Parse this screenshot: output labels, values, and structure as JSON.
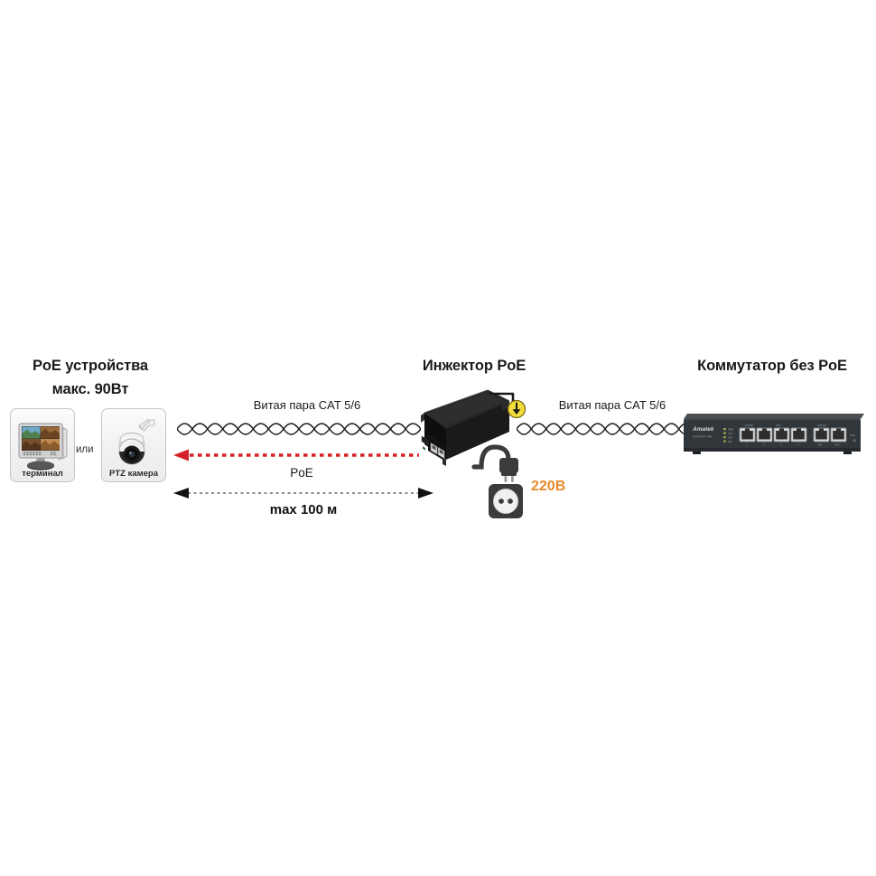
{
  "diagram": {
    "title_left": "PoE устройства",
    "subtitle_left": "макс. 90Вт",
    "title_center": "Инжектор PoE",
    "title_right": "Коммутатор без PoE",
    "devices": {
      "terminal_caption": "терминал",
      "camera_caption": "PTZ камера",
      "or_label": "или",
      "switch_brand": "Amatek",
      "switch_model": "AN-6GP4-6B"
    },
    "links": {
      "cable_left_label": "Витая пара CAT 5/6",
      "cable_right_label": "Витая пара CAT 5/6",
      "poe_label": "PoE",
      "distance_label": "max 100 м",
      "voltage_label": "220В"
    },
    "colors": {
      "poe_arrow": "#d42027",
      "voltage_text": "#e8892b",
      "ground_badge": "#f2d21a",
      "device_body": "#1c1c1c",
      "plug_body": "#3b3b3b",
      "background": "#ffffff"
    },
    "icons": {
      "ground": "ground-arrow-icon",
      "plug": "power-plug-icon",
      "socket": "wall-socket-icon"
    }
  }
}
